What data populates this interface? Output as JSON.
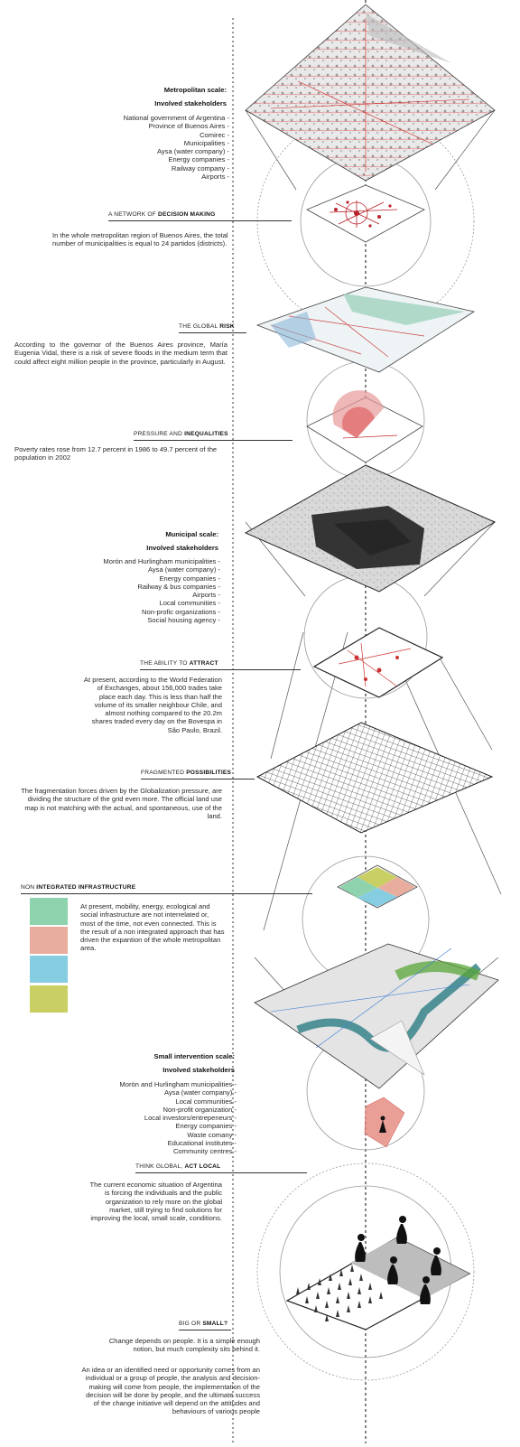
{
  "metropolitan": {
    "title": "Metropolitan scale:",
    "subtitle": "Involved stakeholders",
    "stakeholders": [
      "National government of Argentina -",
      "Province of Buenos Aires -",
      "Comirec -",
      "Municipalities -",
      "Aysa (water company) -",
      "Energy companies -",
      "Railway company -",
      "Airports -"
    ]
  },
  "network": {
    "label_pre": "A NETWORK OF ",
    "label_bold": "DECISION MAKING",
    "text": "In the whole metropolitan region of Buenos Aires, the total number of municipalities is equal to 24 partidos (districts)."
  },
  "risk": {
    "label_pre": "THE GLOBAL ",
    "label_bold": "RISK",
    "text": "According to the governor of the Buenos Aires province, María Eugenia Vidal, there is a risk of severe floods in the medium term that could affect eight million people in the province, particularly in August."
  },
  "pressure": {
    "label_pre": "PRESSURE AND ",
    "label_bold": "INEQUALITIES",
    "text": "Poverty rates rose from 12.7 percent in 1986 to 49.7 percent of the population in 2002"
  },
  "municipal": {
    "title": "Municipal scale:",
    "subtitle": "Involved stakeholders",
    "stakeholders": [
      "Morón and Hurlingham municipalities -",
      "Aysa (water company) -",
      "Energy companies -",
      "Railway & bus companies -",
      "Airports -",
      "Local communities -",
      "Non-profic organizations -",
      "Social housing agency -"
    ]
  },
  "attract": {
    "label_pre": "THE ABILITY TO  ",
    "label_bold": "ATTRACT",
    "text": "At present, according to the World Federation of Exchanges, about 156,000 trades take place each day. This is less than half the volume of its smaller neighbour Chile, and almost nothing compared to the 20.2m shares traded every day on the Bovespa in São Paulo, Brazil."
  },
  "fragmented": {
    "label_pre": "FRAGMENTED ",
    "label_bold": "POSSIBILITIES",
    "text": "The fragmentation forces driven by the Globalization pressure, are dividing the structure of the grid even more. The official land use map is not matching with the actual, and spontaneous, use of the land."
  },
  "infrastructure": {
    "label_pre": "NON ",
    "label_bold": "INTEGRATED INFRASTRUCTURE",
    "text": "At present, mobility, energy, ecological and social infrastructure are not interrelated or, most of the time, not even connected. This is the result of a non integrated approach that has driven the  expantion of the whole metropolitan area.",
    "colors": [
      "#8fd3ae",
      "#e9ad9e",
      "#86cde2",
      "#c9cf63"
    ]
  },
  "small": {
    "title": "Small intervention scale:",
    "subtitle": "Involved stakeholders",
    "stakeholders": [
      "Morón and Hurlingham municipalities -",
      "Aysa (water company) -",
      "Local communities -",
      "Non-profit organization -",
      "Local investors/entrepeneurs -",
      "Energy companies -",
      "Waste comany -",
      "Educational institutes -",
      "Community centres -"
    ]
  },
  "act_local": {
    "label_pre": "THINK GLOBAL,  ",
    "label_bold": "ACT LOCAL",
    "text": "The current economic situation of Argentina is forcing the individuals and the public organization to rely more on the global market, still trying to find solutions for improving the local, small scale, conditions."
  },
  "big_small": {
    "label_pre": "BIG OR ",
    "label_bold": "SMALL?",
    "text1": "Change depends on people. It is a simple enough notion, but much complexity sits behind it.",
    "text2": "An idea or an identified need or opportunity comes from an individual or a group of people, the analysis and decision-making will come from people, the implementation of the decision will be done by people, and the ultimate success of the change initiative will depend on the attitudes and behaviours of various people"
  }
}
